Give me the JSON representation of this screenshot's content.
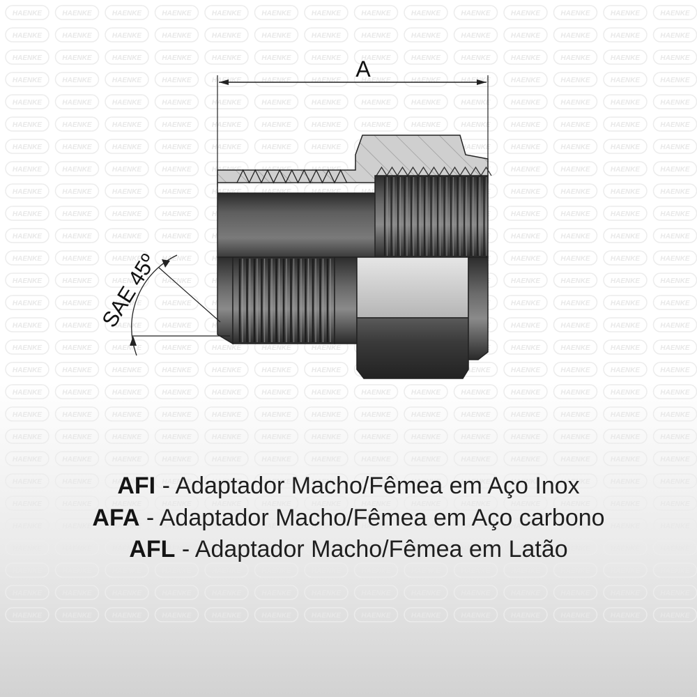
{
  "watermark": {
    "text": "HAENKE"
  },
  "dimension": {
    "label": "A"
  },
  "angle": {
    "label": "SAE 45º"
  },
  "captions": [
    {
      "code": "AFI",
      "text": "- Adaptador Macho/Fêmea em Aço Inox"
    },
    {
      "code": "AFA",
      "text": "- Adaptador Macho/Fêmea em Aço carbono"
    },
    {
      "code": "AFL",
      "text": "- Adaptador Macho/Fêmea em Latão"
    }
  ],
  "colors": {
    "metal_dark": "#3a3a3a",
    "metal_light": "#c9c9c9",
    "background": "#ffffff"
  }
}
